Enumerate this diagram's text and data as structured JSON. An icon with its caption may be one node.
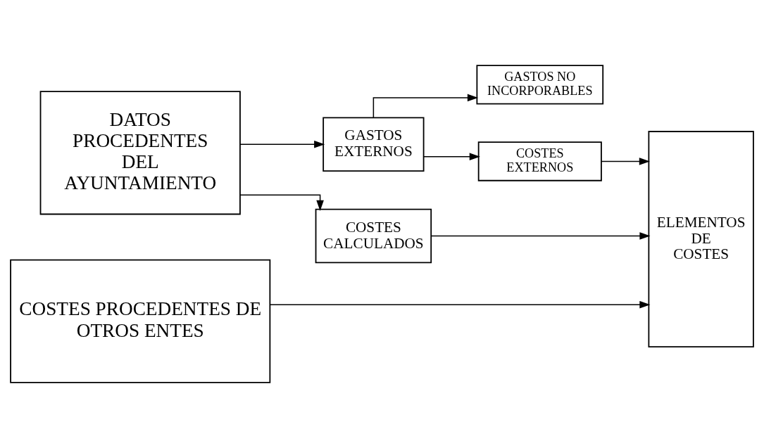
{
  "diagram": {
    "nodes": [
      {
        "text": [
          "DATOS PROCEDENTES DEL AYUNTAMIENTO"
        ]
      },
      {
        "text": [
          "GASTOS EXTERNOS"
        ]
      },
      {
        "text": [
          "GASTOS NO INCORPORABLES"
        ]
      },
      {
        "text": [
          "COSTES EXTERNOS"
        ]
      },
      {
        "text": [
          "COSTES CALCULADOS"
        ]
      },
      {
        "text": [
          "COSTES PROCEDENTES DE OTROS ENTES"
        ]
      },
      {
        "text": [
          "ELEMENTOS DE COSTES"
        ]
      }
    ],
    "edges": [
      {
        "from": 0,
        "to": 1,
        "arrow": "to"
      },
      {
        "from": 0,
        "to": 4,
        "arrow": "to"
      },
      {
        "from": 1,
        "to": 2,
        "arrow": "to"
      },
      {
        "from": 1,
        "to": 3,
        "arrow": "to"
      },
      {
        "from": 3,
        "to": 6,
        "arrow": "to"
      },
      {
        "from": 4,
        "to": 6,
        "arrow": "to"
      },
      {
        "from": 5,
        "to": 6,
        "arrow": "to"
      }
    ]
  }
}
